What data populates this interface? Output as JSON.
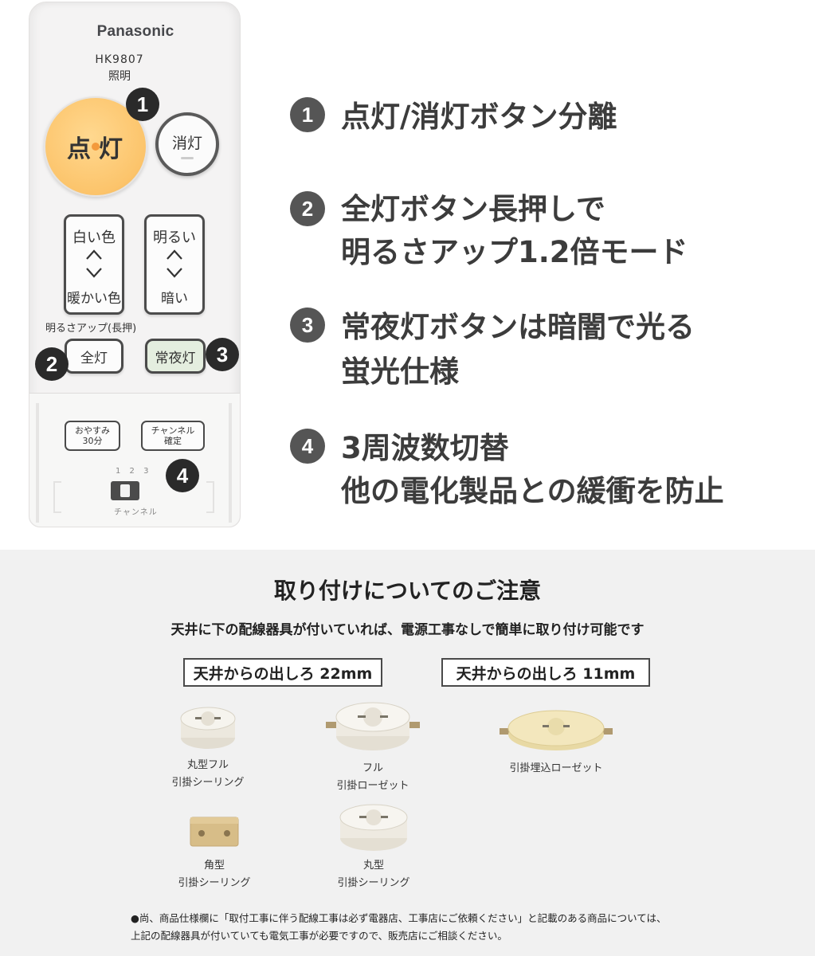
{
  "remote": {
    "brand": "Panasonic",
    "model": "HK9807",
    "sub": "照明",
    "on_button": "点灯",
    "off_button": "消灯",
    "rocker_left_top": "白い色",
    "rocker_left_bottom": "暖かい色",
    "rocker_right_top": "明るい",
    "rocker_right_bottom": "暗い",
    "bright_up_label": "明るさアップ(長押)",
    "all_light_button": "全灯",
    "night_light_button": "常夜灯",
    "sleep_button_line1": "おやすみ",
    "sleep_button_line2": "30分",
    "channel_button_line1": "チャンネル",
    "channel_button_line2": "確定",
    "channel_numbers": "1 2 3",
    "channel_label": "チャンネル",
    "badges": [
      "1",
      "2",
      "3",
      "4"
    ]
  },
  "features": [
    {
      "num": "1",
      "lines": [
        "点灯/消灯ボタン分離"
      ]
    },
    {
      "num": "2",
      "lines": [
        "全灯ボタン長押しで",
        "明るさアップ1.2倍モード"
      ]
    },
    {
      "num": "3",
      "lines": [
        "常夜灯ボタンは暗闇で光る",
        "蛍光仕様"
      ]
    },
    {
      "num": "4",
      "lines": [
        "3周波数切替",
        "他の電化製品との緩衝を防止"
      ]
    }
  ],
  "notice": {
    "title": "取り付けについてのご注意",
    "subtitle": "天井に下の配線器具が付いていれば、電源工事なしで簡単に取り付け可能です",
    "label_22": "天井からの出しろ 22mm",
    "label_11": "天井からの出しろ 11mm",
    "parts": [
      {
        "line1": "丸型フル",
        "line2": "引掛シーリング"
      },
      {
        "line1": "フル",
        "line2": "引掛ローゼット"
      },
      {
        "line1": "引掛埋込ローゼット",
        "line2": ""
      },
      {
        "line1": "角型",
        "line2": "引掛シーリング"
      },
      {
        "line1": "丸型",
        "line2": "引掛シーリング"
      }
    ],
    "footnote_line1": "●尚、商品仕様欄に「取付工事に伴う配線工事は必ず電器店、工事店にご依頼ください」と記載のある商品については、",
    "footnote_line2": "上記の配線器具が付いていても電気工事が必要ですので、販売店にご相談ください。"
  }
}
